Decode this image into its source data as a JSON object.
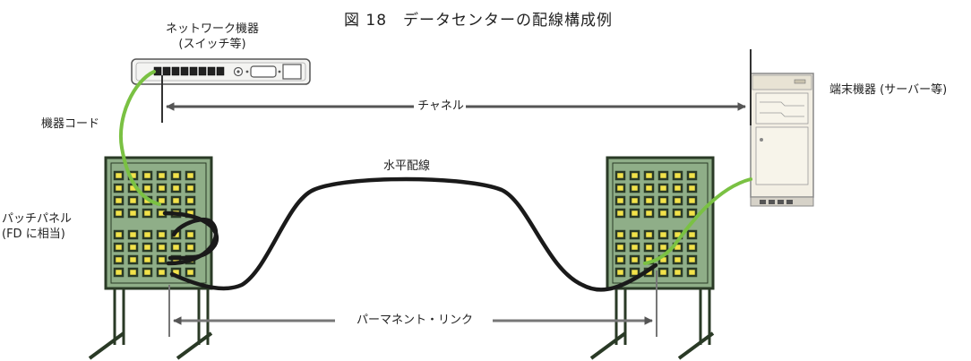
{
  "figure": {
    "title": "図 18　データセンターの配線構成例"
  },
  "labels": {
    "network_device_line1": "ネットワーク機器",
    "network_device_line2": "(スイッチ等)",
    "device_cord": "機器コード",
    "channel": "チャネル",
    "terminal_device": "端末機器 (サーバー等)",
    "horizontal_cabling": "水平配線",
    "patch_panel_line1": "パッチパネル",
    "patch_panel_line2": "(FD に相当)",
    "permanent_link": "パーマネント・リンク"
  },
  "colors": {
    "panel_fill": "#8fae88",
    "panel_frame": "#2a3a26",
    "port": "#f2e24a",
    "green_cable": "#7ac143",
    "black_cable": "#1a1a1a",
    "arrow": "#555555",
    "server_fill": "#f3efe4",
    "switch_fill": "#f4f4f2"
  }
}
